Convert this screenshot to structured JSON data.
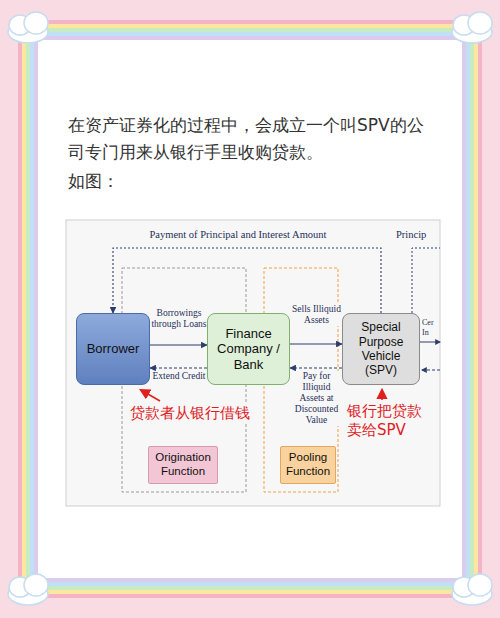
{
  "diagram": {
    "nodes": [
      {
        "text": [
          "Borrower"
        ]
      },
      {
        "text": [
          "Finance Company / Bank"
        ]
      },
      {
        "text": [
          "Special Purpose Vehicle (SPV)"
        ]
      },
      {
        "text": [
          "Origination Function"
        ]
      },
      {
        "text": [
          "Pooling Function"
        ]
      }
    ],
    "edges": [
      {
        "from": 0,
        "to": 1,
        "label": "Borrowings through Loans",
        "arrow": "to"
      },
      {
        "from": 1,
        "to": 0,
        "label": "Extend Credit",
        "arrow": "to"
      },
      {
        "from": 1,
        "to": 2,
        "label": "Sells Illiquid Assets",
        "arrow": "to"
      },
      {
        "from": 2,
        "to": 1,
        "label": "Pay for Illiquid Assets at Discounted Value",
        "arrow": "to"
      },
      {
        "from": 2,
        "to": 0,
        "label": "Payment of Principal and Interest Amount",
        "arrow": "to"
      }
    ],
    "labels": [
      "在资产证券化的过程中，会成立一个叫SPV的公司专门用来从银行手里收购贷款。",
      "如图：",
      "贷款者从银行借钱",
      "银行把贷款卖给SPV",
      "Princip",
      "Cer",
      "In"
    ]
  }
}
